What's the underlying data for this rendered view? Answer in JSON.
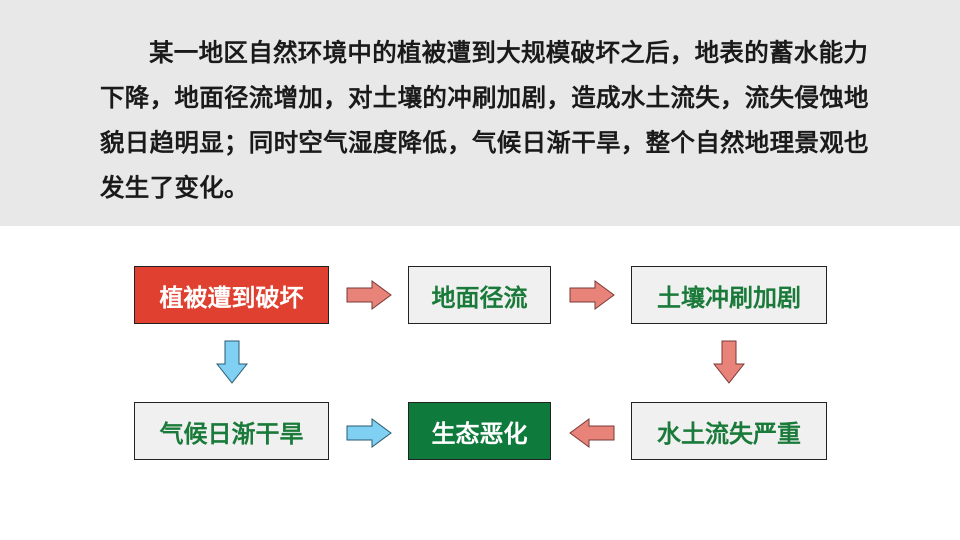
{
  "paragraph": "某一地区自然环境中的植被遭到大规模破坏之后，地表的蓄水能力下降，地面径流增加，对土壤的冲刷加剧，造成水土流失，流失侵蚀地貌日趋明显；同时空气湿度降低，气候日渐干旱，整个自然地理景观也发生了变化。",
  "nodes": {
    "vegetation": "植被遭到破坏",
    "runoff": "地面径流",
    "erosion": "土壤冲刷加剧",
    "climate": "气候日渐干旱",
    "ecology": "生态恶化",
    "soil_loss": "水土流失严重"
  },
  "colors": {
    "arrow_red": "#e8837a",
    "arrow_blue": "#7fd0f2",
    "box_red": "#e04030",
    "box_green": "#0e7a3c",
    "text_green": "#1a7a3a"
  }
}
